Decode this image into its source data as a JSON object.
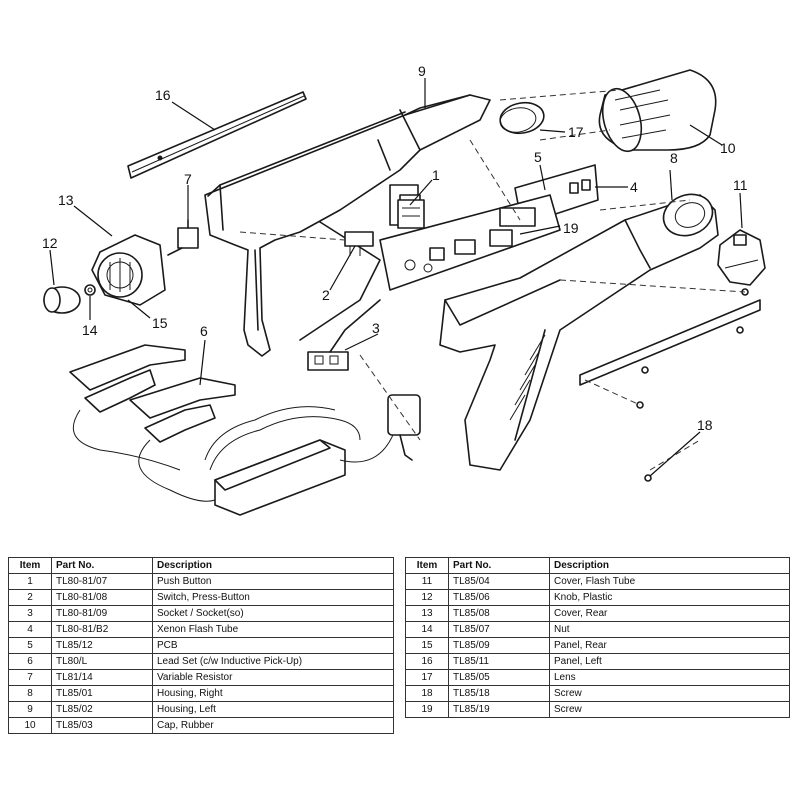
{
  "callouts": [
    "1",
    "2",
    "3",
    "4",
    "5",
    "6",
    "7",
    "8",
    "9",
    "10",
    "11",
    "12",
    "13",
    "14",
    "15",
    "16",
    "17",
    "18",
    "19"
  ],
  "table_headers": {
    "item": "Item",
    "part_no": "Part No.",
    "description": "Description"
  },
  "parts_left": [
    {
      "item": "1",
      "part_no": "TL80-81/07",
      "description": "Push Button"
    },
    {
      "item": "2",
      "part_no": "TL80-81/08",
      "description": "Switch, Press-Button"
    },
    {
      "item": "3",
      "part_no": "TL80-81/09",
      "description": "Socket / Socket(so)"
    },
    {
      "item": "4",
      "part_no": "TL80-81/B2",
      "description": "Xenon Flash Tube"
    },
    {
      "item": "5",
      "part_no": "TL85/12",
      "description": "PCB"
    },
    {
      "item": "6",
      "part_no": "TL80/L",
      "description": "Lead Set (c/w Inductive Pick-Up)"
    },
    {
      "item": "7",
      "part_no": "TL81/14",
      "description": "Variable Resistor"
    },
    {
      "item": "8",
      "part_no": "TL85/01",
      "description": "Housing, Right"
    },
    {
      "item": "9",
      "part_no": "TL85/02",
      "description": "Housing, Left"
    },
    {
      "item": "10",
      "part_no": "TL85/03",
      "description": "Cap, Rubber"
    }
  ],
  "parts_right": [
    {
      "item": "11",
      "part_no": "TL85/04",
      "description": "Cover, Flash Tube"
    },
    {
      "item": "12",
      "part_no": "TL85/06",
      "description": "Knob, Plastic"
    },
    {
      "item": "13",
      "part_no": "TL85/08",
      "description": "Cover, Rear"
    },
    {
      "item": "14",
      "part_no": "TL85/07",
      "description": "Nut"
    },
    {
      "item": "15",
      "part_no": "TL85/09",
      "description": "Panel, Rear"
    },
    {
      "item": "16",
      "part_no": "TL85/11",
      "description": "Panel, Left"
    },
    {
      "item": "17",
      "part_no": "TL85/05",
      "description": "Lens"
    },
    {
      "item": "18",
      "part_no": "TL85/18",
      "description": "Screw"
    },
    {
      "item": "19",
      "part_no": "TL85/19",
      "description": "Screw"
    }
  ]
}
